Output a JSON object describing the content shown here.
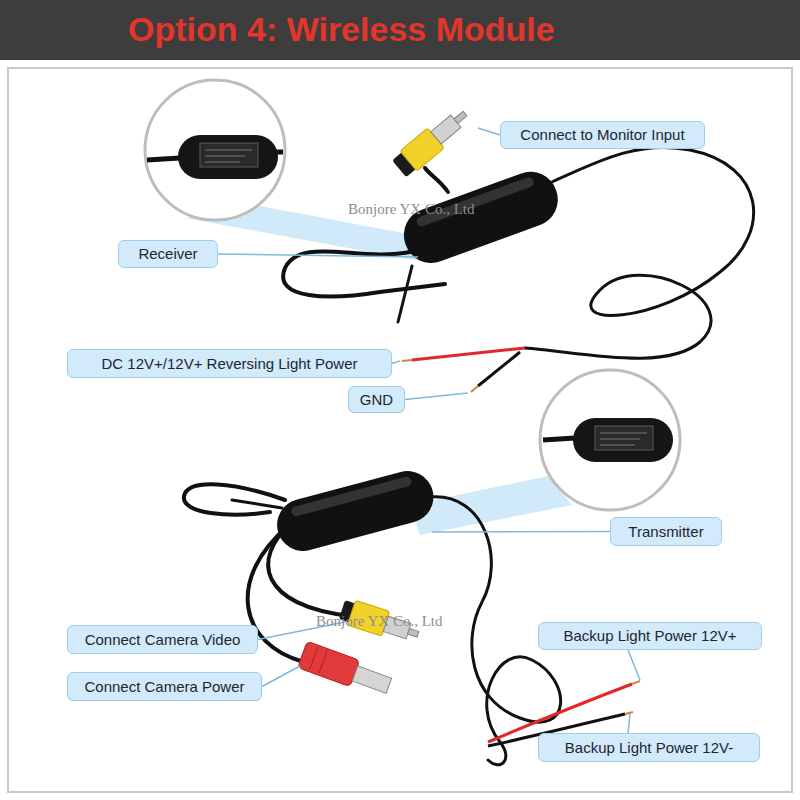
{
  "diagram": {
    "title": "Option 4: Wireless Module",
    "nodes": [
      {
        "text": [
          "Connect to Monitor Input"
        ]
      },
      {
        "text": [
          "Receiver"
        ]
      },
      {
        "text": [
          "DC 12V+/12V+ Reversing Light Power"
        ]
      },
      {
        "text": [
          "GND"
        ]
      },
      {
        "text": [
          "Transmitter"
        ]
      },
      {
        "text": [
          "Connect Camera Video"
        ]
      },
      {
        "text": [
          "Connect Camera Power"
        ]
      },
      {
        "text": [
          "Backup Light Power 12V+"
        ]
      },
      {
        "text": [
          "Backup Light Power 12V-"
        ]
      }
    ],
    "labels": [
      "Bonjore YX Co., Ltd",
      "Bonjore YX Co., Ltd"
    ]
  }
}
